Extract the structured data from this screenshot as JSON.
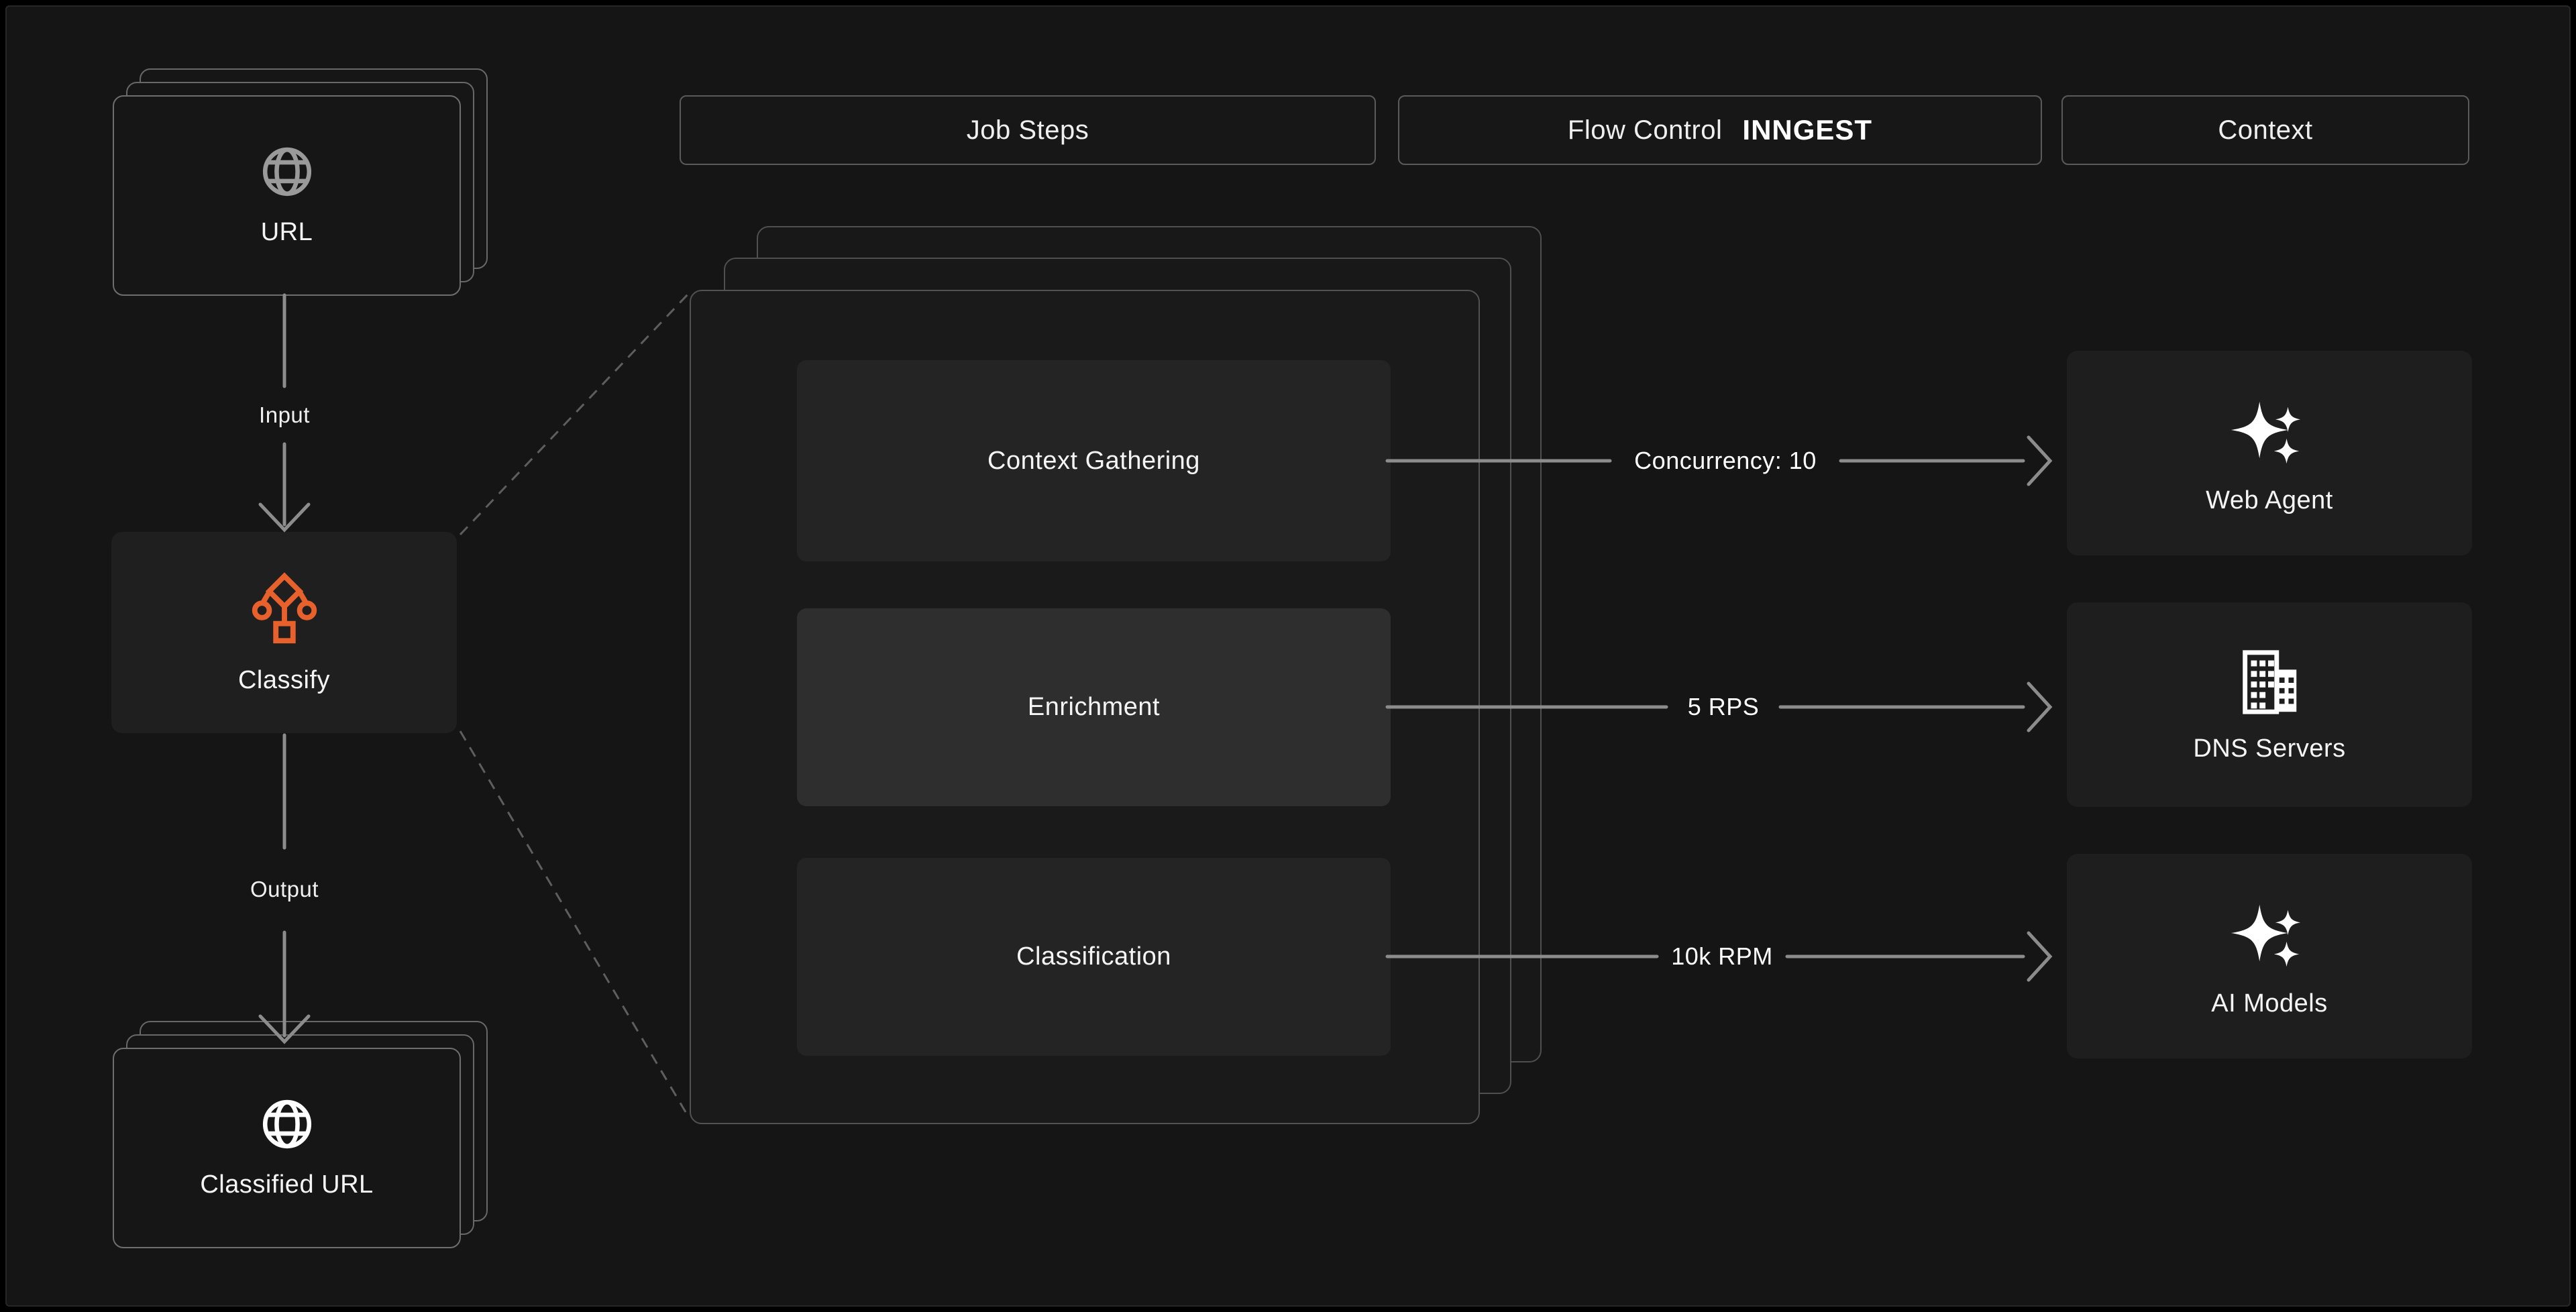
{
  "colors": {
    "accent_orange": "#E8612C",
    "arrow_gray": "#8C8C8C",
    "canvas_bg": "#151515"
  },
  "headers": [
    {
      "label": "Job Steps"
    },
    {
      "label": "Flow Control",
      "logo": "INNGEST"
    },
    {
      "label": "Context"
    }
  ],
  "pipeline": {
    "source_card": {
      "label": "URL",
      "icon": "globe-icon"
    },
    "input_label": "Input",
    "classify_card": {
      "label": "Classify",
      "icon": "workflow-icon"
    },
    "output_label": "Output",
    "result_card": {
      "label": "Classified URL",
      "icon": "globe-icon"
    }
  },
  "job_steps": [
    {
      "label": "Context Gathering"
    },
    {
      "label": "Enrichment"
    },
    {
      "label": "Classification"
    }
  ],
  "flow_controls": [
    {
      "label": "Concurrency: 10"
    },
    {
      "label": "5 RPS"
    },
    {
      "label": "10k RPM"
    }
  ],
  "context_services": [
    {
      "label": "Web Agent",
      "icon": "sparkles-icon"
    },
    {
      "label": "DNS Servers",
      "icon": "buildings-icon"
    },
    {
      "label": "AI Models",
      "icon": "sparkles-icon"
    }
  ]
}
